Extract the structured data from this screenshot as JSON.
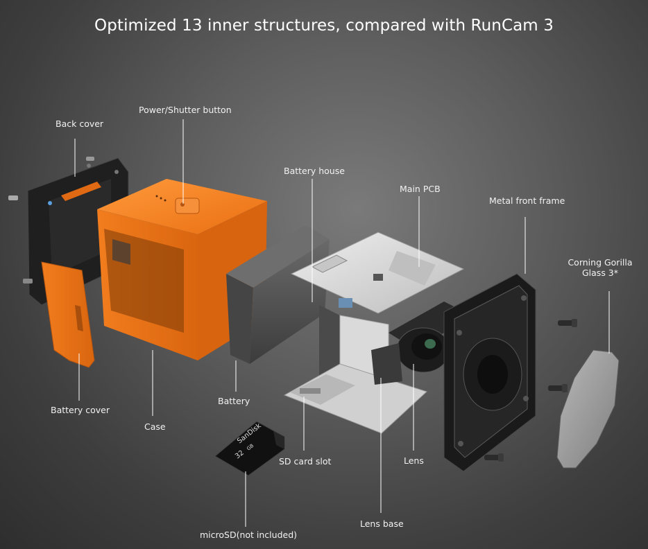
{
  "title": "Optimized 13 inner structures, compared with RunCam 3",
  "labels": {
    "back_cover": "Back cover",
    "power_shutter": "Power/Shutter button",
    "battery_house": "Battery house",
    "main_pcb": "Main PCB",
    "metal_front_frame": "Metal front frame",
    "corning_line1": "Corning Gorilla",
    "corning_line2": "Glass 3*",
    "battery_cover": "Battery cover",
    "case": "Case",
    "battery": "Battery",
    "sd_card_slot": "SD card slot",
    "lens": "Lens",
    "lens_base": "Lens base",
    "microsd": "microSD(not included)"
  },
  "sd_card": {
    "brand": "SanDisk",
    "capacity": "32",
    "unit": "GB"
  },
  "colors": {
    "case_orange": "#f07a1c",
    "case_orange_dark": "#c85e10",
    "battery_gray": "#555555",
    "pcb_light": "#d8d8d8",
    "frame_black": "#1e1e1e"
  }
}
